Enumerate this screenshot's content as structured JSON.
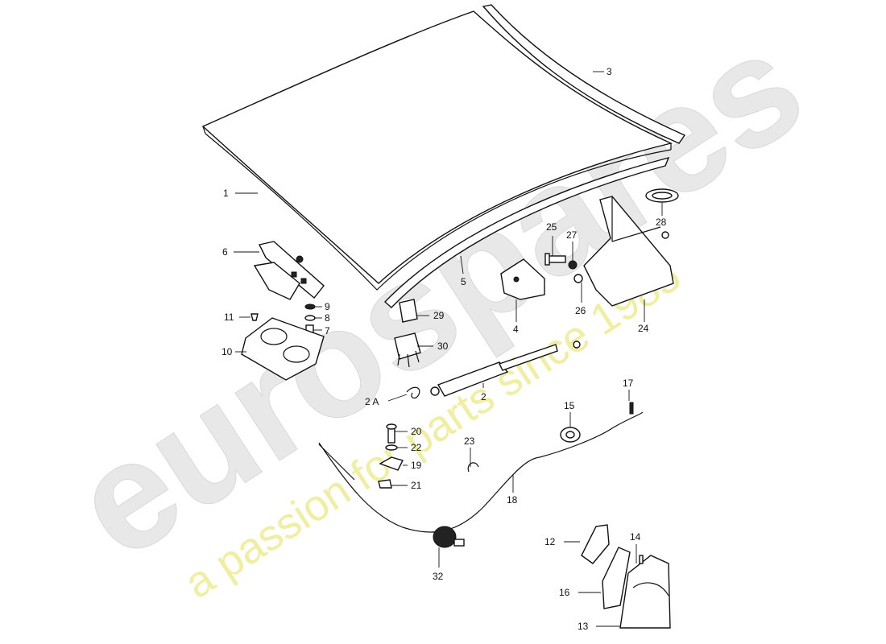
{
  "watermark": {
    "brand": "eurospares",
    "tagline": "a passion for parts since 1985"
  },
  "colors": {
    "watermark_brand": "#e6e6e6",
    "watermark_tagline": "#f2f0a8",
    "line": "#111111"
  },
  "callouts": {
    "c1": "1",
    "c2": "2",
    "c2a": "2 A",
    "c3": "3",
    "c4": "4",
    "c5": "5",
    "c6": "6",
    "c7": "7",
    "c8": "8",
    "c9": "9",
    "c10": "10",
    "c11": "11",
    "c12": "12",
    "c13": "13",
    "c14": "14",
    "c15": "15",
    "c16": "16",
    "c17": "17",
    "c18": "18",
    "c19": "19",
    "c20": "20",
    "c21": "21",
    "c22": "22",
    "c23": "23",
    "c24": "24",
    "c25": "25",
    "c26": "26",
    "c27": "27",
    "c28": "28",
    "c29": "29",
    "c30": "30",
    "c32": "32"
  }
}
